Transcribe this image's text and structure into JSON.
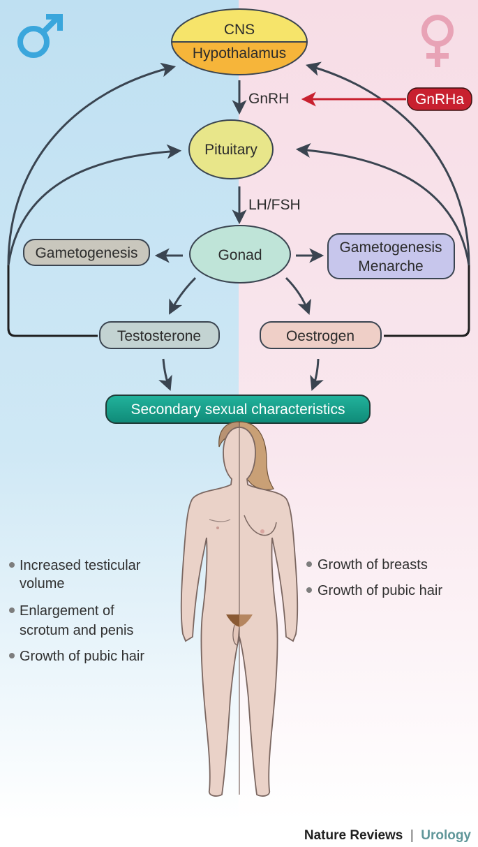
{
  "symbols": {
    "male": "male-symbol",
    "female": "female-symbol"
  },
  "colors": {
    "male_bg": "#bfe0f2",
    "female_bg": "#f7dde6",
    "cns": "#f6e46a",
    "hypothalamus": "#f6b53a",
    "pituitary": "#e8e68a",
    "gonad": "#bfe4d8",
    "gametogenesis_male": "#c9c7bd",
    "gametogenesis_female": "#c7c6ec",
    "testosterone": "#c3d3d2",
    "oestrogen": "#efcfc7",
    "secondary": "#139e8a",
    "gnrha": "#c8202f",
    "arrow": "#3a4450"
  },
  "nodes": {
    "cns": "CNS",
    "hypothalamus": "Hypothalamus",
    "gnrh": "GnRH",
    "gnrha": "GnRHa",
    "pituitary": "Pituitary",
    "lh_fsh": "LH/FSH",
    "gonad": "Gonad",
    "gametogenesis_male": "Gametogenesis",
    "gametogenesis_female_1": "Gametogenesis",
    "gametogenesis_female_2": "Menarche",
    "testosterone": "Testosterone",
    "oestrogen": "Oestrogen",
    "secondary": "Secondary sexual characteristics"
  },
  "male_effects": [
    [
      "Increased testicular",
      "volume"
    ],
    [
      "Enlargement of",
      "scrotum and penis"
    ],
    [
      "Growth of pubic hair"
    ]
  ],
  "female_effects": [
    [
      "Growth of breasts"
    ],
    [
      "Growth of pubic hair"
    ]
  ],
  "footer": {
    "brand": "Nature Reviews",
    "separator": "|",
    "journal": "Urology"
  }
}
